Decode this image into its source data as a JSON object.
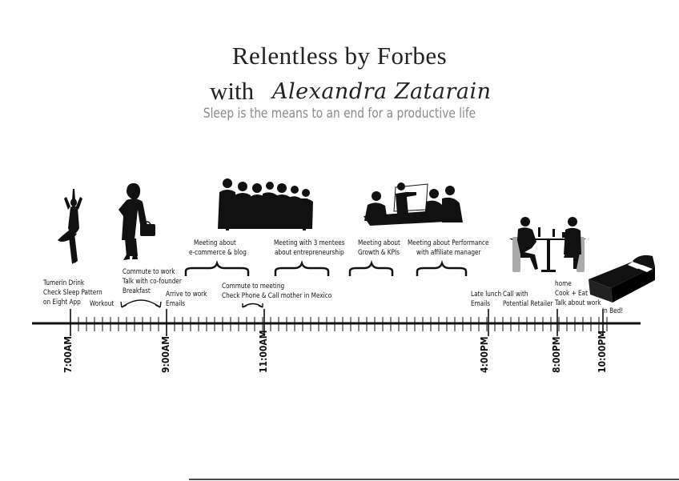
{
  "header": {
    "title": "Relentless by Forbes",
    "with": "with",
    "name": "Alexandra Zatarain",
    "subtitle": "Sleep is the means to an end for a productive life"
  },
  "timeline": {
    "times": [
      "7:00AM",
      "9:00AM",
      "11:00AM",
      "4:00PM",
      "8:00PM",
      "10:00PM"
    ]
  },
  "events": {
    "tumerin": [
      "Tumerin Drink",
      "Check Sleep Pattern",
      "on Eight App"
    ],
    "workout": "Workout",
    "commute": [
      "Commute to work",
      "Talk with co-founder",
      "Breakfast"
    ],
    "arrive": [
      "Arrive to work",
      "Emails"
    ],
    "meeting_meet": [
      "Commute to meeting",
      "Check Phone & Call mother in Mexico"
    ],
    "late_lunch": [
      "Late lunch",
      "Emails"
    ],
    "retailer": [
      "Call with",
      "Potential Retailer"
    ],
    "home": [
      "home",
      "Cook + Eat",
      "Talk about work"
    ],
    "bed": "In Bed!"
  },
  "meetings": {
    "ecommerce": [
      "Meeting about",
      "e-commerce & blog"
    ],
    "mentees": [
      "Meeting with 3 mentees",
      "about entrepreneurship"
    ],
    "growth": [
      "Meeting about",
      "Growth & KPIs"
    ],
    "performance": [
      "Meeting about Performance",
      "with affiliate manager"
    ]
  },
  "icons": [
    "yoga-figure-icon",
    "businesswoman-icon",
    "team-meeting-icon",
    "presentation-meeting-icon",
    "dinner-couple-icon",
    "bed-icon"
  ],
  "colors": {
    "ink": "#111111",
    "subtitle": "#8a8a8a"
  }
}
